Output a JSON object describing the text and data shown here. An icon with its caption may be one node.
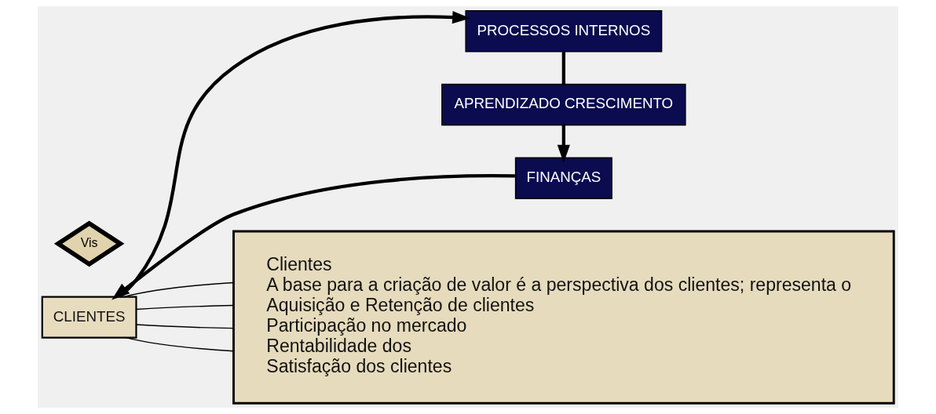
{
  "diagram": {
    "nodes": [
      {
        "text": [
          "CLIENTES"
        ]
      },
      {
        "text": [
          "Vis"
        ]
      },
      {
        "text": [
          "FINANÇAS"
        ]
      },
      {
        "text": [
          "PROCESSOS INTERNOS"
        ]
      },
      {
        "text": [
          "APRENDIZADO CRESCIMENTO"
        ]
      },
      {
        "text": [
          "Clientes",
          "A base para a criação de valor é a perspectiva dos clientes; representa o",
          "Aquisição e Retenção de clientes",
          "Participação no mercado",
          "Rentabilidade dos",
          "Satisfação dos clientes"
        ]
      }
    ],
    "edges": [
      {
        "from": 0,
        "to": 3,
        "arrow": "to",
        "style": "thick"
      },
      {
        "from": 3,
        "to": 4,
        "arrow": "none",
        "style": "thick"
      },
      {
        "from": 4,
        "to": 2,
        "arrow": "to",
        "style": "thick"
      },
      {
        "from": 2,
        "to": 0,
        "arrow": "to",
        "style": "thick"
      },
      {
        "from": 0,
        "to": 5,
        "arrow": "none"
      },
      {
        "from": 0,
        "to": 5,
        "arrow": "none"
      },
      {
        "from": 0,
        "to": 5,
        "arrow": "none"
      },
      {
        "from": 0,
        "to": 5,
        "arrow": "none"
      }
    ]
  }
}
